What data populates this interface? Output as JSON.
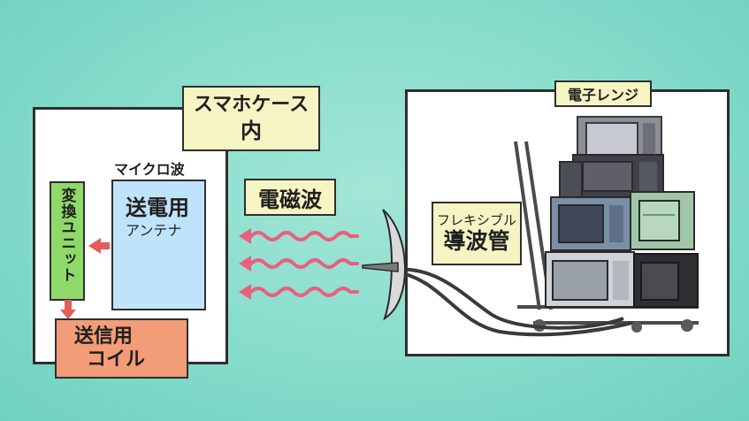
{
  "left_panel": {
    "case_label_line1": "スマホケース",
    "case_label_line2": "内",
    "microwave_label": "マイクロ波",
    "antenna_line1": "送電用",
    "antenna_line2": "アンテナ",
    "converter_label": "変換ユニット",
    "coil_line1": "送信用",
    "coil_line2": "コイル"
  },
  "center": {
    "em_wave_label": "電磁波"
  },
  "right_panel": {
    "microwave_oven_label": "電子レンジ",
    "waveguide_line1": "フレキシブル",
    "waveguide_line2": "導波管"
  },
  "colors": {
    "background": "#8fe0cf",
    "label_box": "#f7f4c4",
    "antenna": "#bfe3fb",
    "converter": "#8fd96a",
    "coil": "#f29c78",
    "arrow_red": "#e25e5a",
    "wave_pink": "#e8607e"
  }
}
